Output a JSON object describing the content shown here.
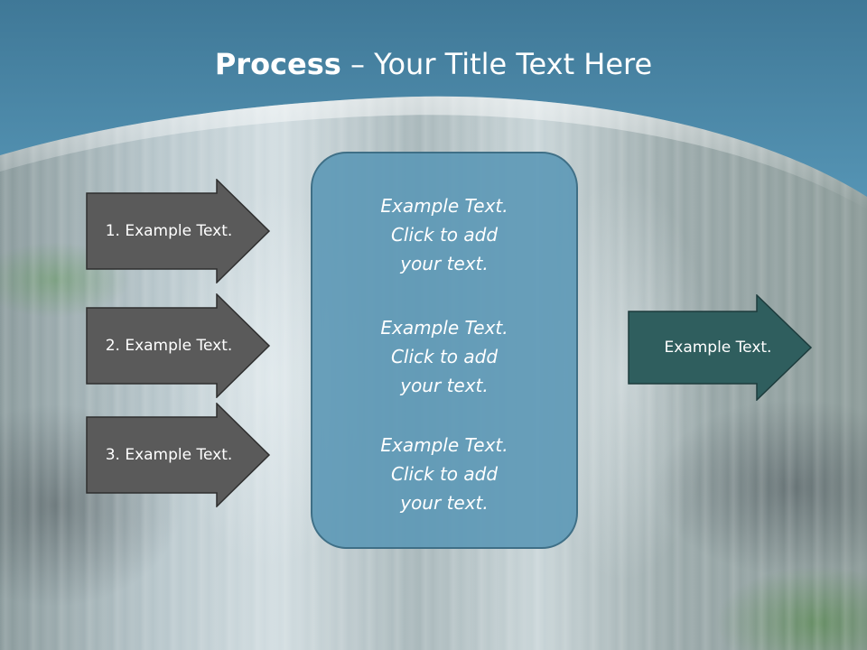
{
  "slide": {
    "title_bold": "Process",
    "title_rest": " – Your Title Text Here",
    "colors": {
      "header": "#4b87a8",
      "arrow_gray": "#5a5a5a",
      "arrow_teal": "#2f5e5e",
      "center_box": "#5f9ab8"
    }
  },
  "left_arrows": [
    {
      "label": "1. Example Text."
    },
    {
      "label": "2. Example Text."
    },
    {
      "label": "3. Example Text."
    }
  ],
  "center_box": {
    "blocks": [
      {
        "line1": "Example Text.",
        "line2": "Click  to add",
        "line3": "your text."
      },
      {
        "line1": "Example Text.",
        "line2": "Click  to add",
        "line3": "your text."
      },
      {
        "line1": "Example Text.",
        "line2": "Click  to add",
        "line3": "your text."
      }
    ]
  },
  "right_arrow": {
    "label": "Example Text."
  }
}
